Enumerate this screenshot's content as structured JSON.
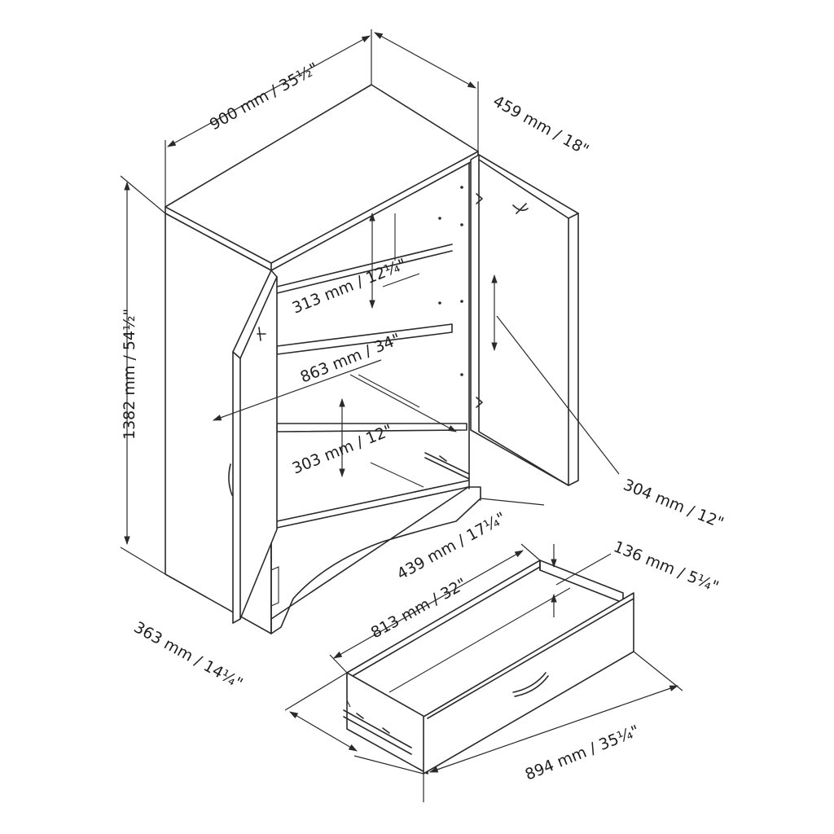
{
  "diagram": {
    "line_color": "#2a2a2a",
    "background": "#ffffff",
    "dimensions": {
      "width": "900 mm / 35½\"",
      "depth": "459 mm / 18\"",
      "height": "1382 mm / 54½\"",
      "upper_shelf_gap": "313 mm / 12¼\"",
      "interior_width": "863 mm / 34\"",
      "lower_shelf_gap": "303 mm / 12\"",
      "door_shelf": "304 mm / 12\"",
      "interior_depth": "439 mm / 17¼\"",
      "drawer_height": "136 mm / 5¼\"",
      "drawer_inner_width": "813 mm / 32\"",
      "drawer_depth": "363 mm / 14¼\"",
      "drawer_front_width": "894 mm / 35¼\""
    }
  }
}
